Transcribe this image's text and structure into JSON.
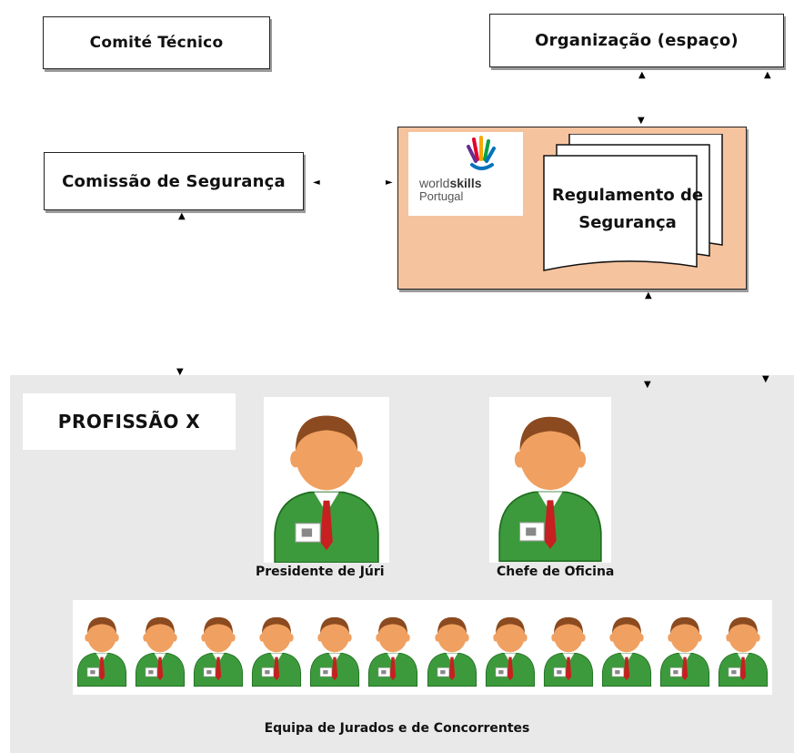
{
  "boxes": {
    "comite": "Comité Técnico",
    "organizacao": "Organização (espaço)",
    "comissao": "Comissão de Segurança"
  },
  "logo": {
    "word_world": "world",
    "word_skills": "skills",
    "word_portugal": "Portugal",
    "colors": [
      "#e4002b",
      "#f5a800",
      "#00a14b",
      "#0072bc",
      "#662d91"
    ]
  },
  "regulamento": {
    "line1": "Regulamento de",
    "line2": "Segurança"
  },
  "profissao": {
    "label": "PROFISSÃO X",
    "presidente": "Presidente de Júri",
    "chefe": "Chefe de Oficina",
    "team_caption": "Equipa de Jurados e de Concorrentes",
    "team_count": 12
  },
  "colors": {
    "panel": "#f6c39f",
    "area": "#e9e9e9",
    "suit": "#3c9a3c",
    "skin": "#f0a060",
    "hair": "#8b4a1f",
    "tie": "#c62020"
  }
}
